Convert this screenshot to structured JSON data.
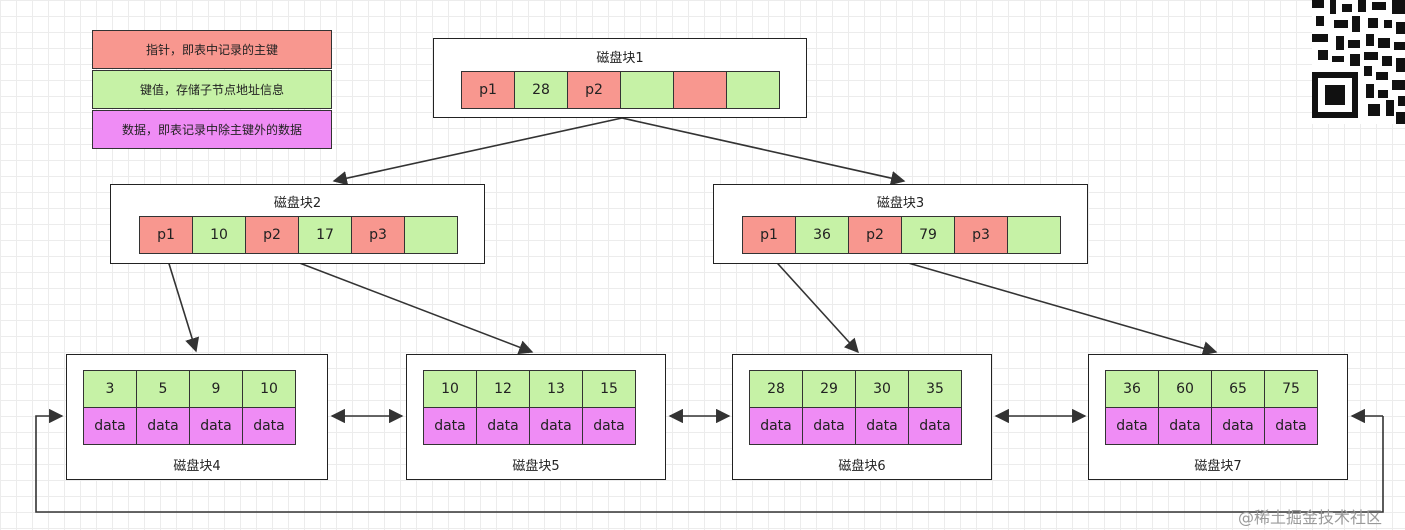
{
  "legend": [
    {
      "text": "指针，即表中记录的主键",
      "color": "#f8978f"
    },
    {
      "text": "键值，存储子节点地址信息",
      "color": "#c6f2a6"
    },
    {
      "text": "数据，即表记录中除主键外的数据",
      "color": "#ef8cf5"
    }
  ],
  "blocks": {
    "b1": {
      "title": "磁盘块1",
      "cells": [
        "p1",
        "28",
        "p2",
        "",
        "",
        ""
      ]
    },
    "b2": {
      "title": "磁盘块2",
      "cells": [
        "p1",
        "10",
        "p2",
        "17",
        "p3",
        ""
      ]
    },
    "b3": {
      "title": "磁盘块3",
      "cells": [
        "p1",
        "36",
        "p2",
        "79",
        "p3",
        ""
      ]
    },
    "b4": {
      "title": "磁盘块4",
      "keys": [
        "3",
        "5",
        "9",
        "10"
      ],
      "data": [
        "data",
        "data",
        "data",
        "data"
      ]
    },
    "b5": {
      "title": "磁盘块5",
      "keys": [
        "10",
        "12",
        "13",
        "15"
      ],
      "data": [
        "data",
        "data",
        "data",
        "data"
      ]
    },
    "b6": {
      "title": "磁盘块6",
      "keys": [
        "28",
        "29",
        "30",
        "35"
      ],
      "data": [
        "data",
        "data",
        "data",
        "data"
      ]
    },
    "b7": {
      "title": "磁盘块7",
      "keys": [
        "36",
        "60",
        "65",
        "75"
      ],
      "data": [
        "data",
        "data",
        "data",
        "data"
      ]
    }
  },
  "colors": {
    "pointer": "#f8978f",
    "key": "#c6f2a6",
    "data": "#ef8cf5"
  },
  "qr_icon": "qr-code-icon",
  "watermark": "@稀土掘金技术社区"
}
